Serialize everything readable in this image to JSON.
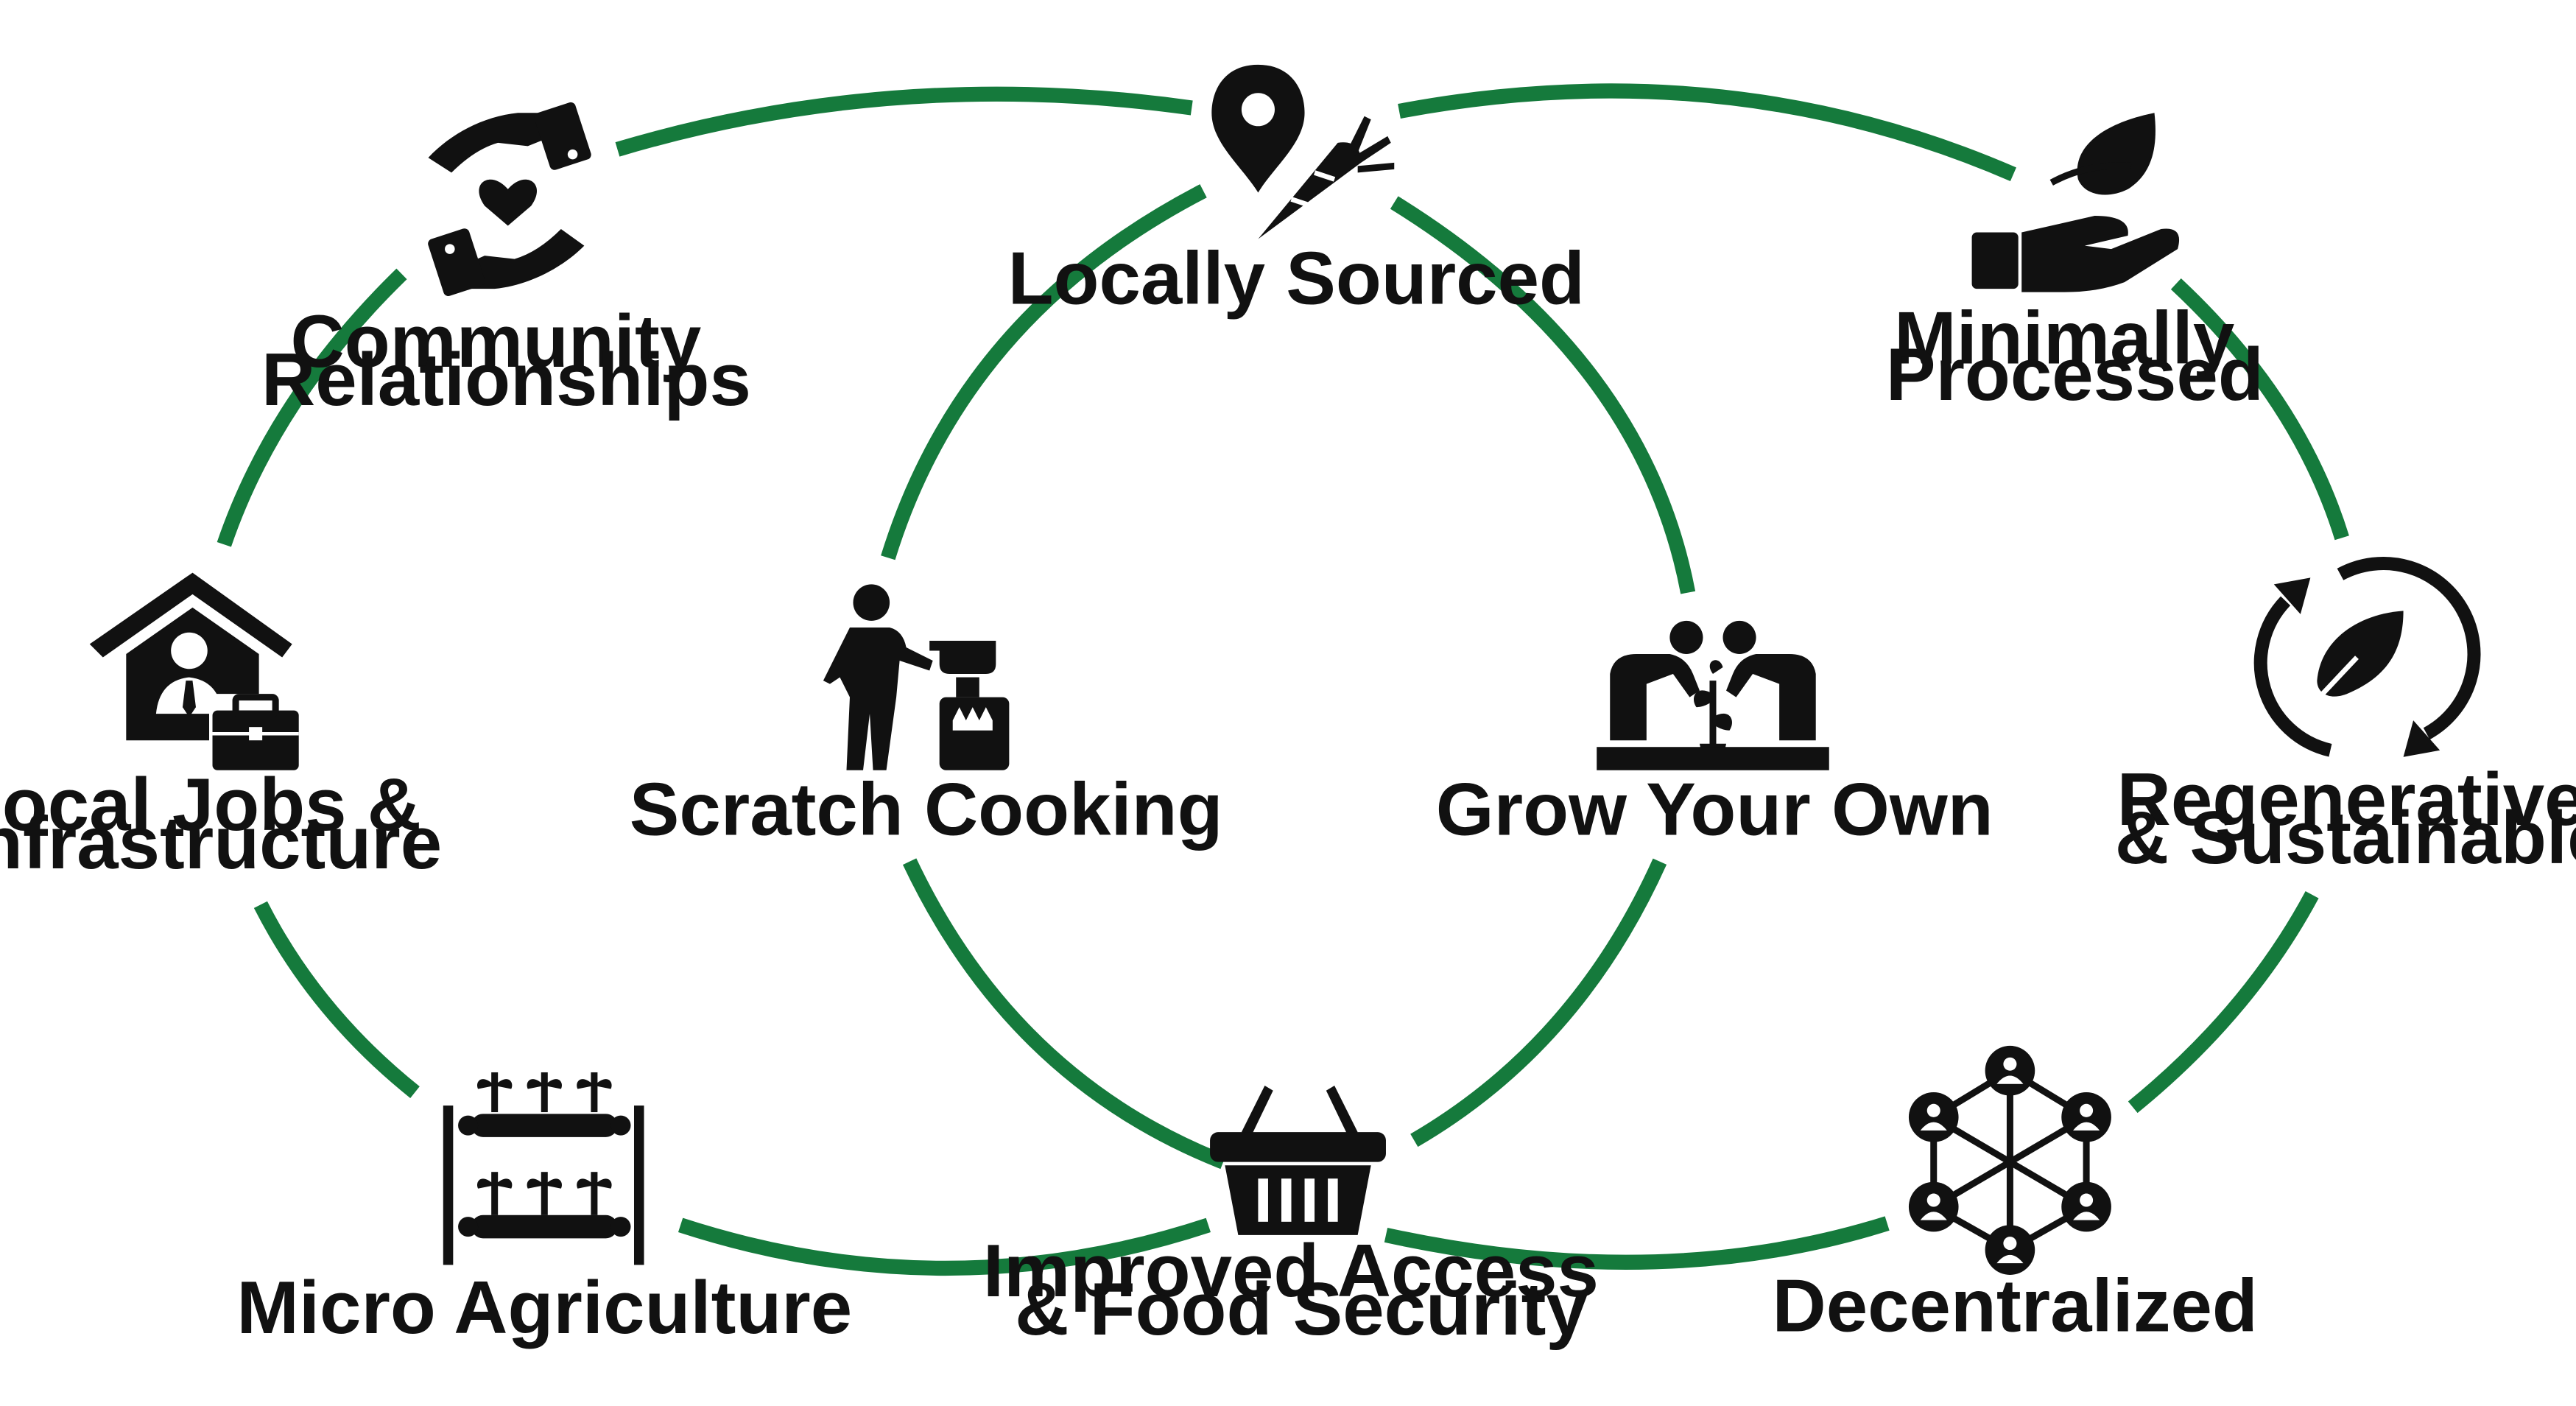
{
  "colors": {
    "ring": "#157a3c",
    "icon": "#111111",
    "background": "#ffffff"
  },
  "nodes": [
    {
      "id": "community",
      "lines": [
        "Community",
        "Relationships"
      ],
      "icon": "hands-heart-icon"
    },
    {
      "id": "locally",
      "lines": [
        "Locally Sourced"
      ],
      "icon": "pin-carrot-icon"
    },
    {
      "id": "minimally",
      "lines": [
        "Minimally",
        "Processed"
      ],
      "icon": "hand-leaf-icon"
    },
    {
      "id": "localjobs",
      "lines": [
        "Local Jobs &",
        "Infrastructure"
      ],
      "icon": "house-worker-icon"
    },
    {
      "id": "scratch",
      "lines": [
        "Scratch Cooking"
      ],
      "icon": "person-cooking-icon"
    },
    {
      "id": "grow",
      "lines": [
        "Grow Your Own"
      ],
      "icon": "people-planting-icon"
    },
    {
      "id": "regenerative",
      "lines": [
        "Regenerative",
        "& Sustainable"
      ],
      "icon": "recycle-leaf-icon"
    },
    {
      "id": "micro",
      "lines": [
        "Micro Agriculture"
      ],
      "icon": "plant-rack-icon"
    },
    {
      "id": "improved",
      "lines": [
        "Improved Access",
        "& Food Security"
      ],
      "icon": "basket-icon"
    },
    {
      "id": "decentralized",
      "lines": [
        "Decentralized"
      ],
      "icon": "network-people-icon"
    }
  ]
}
